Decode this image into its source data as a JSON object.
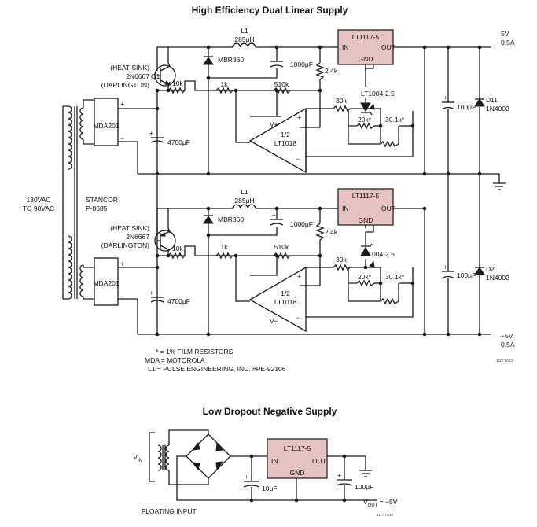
{
  "top": {
    "title": "High Efficiency Dual Linear Supply",
    "input": {
      "line1": "130VAC",
      "line2": "TO 90VAC"
    },
    "transformer": {
      "line1": "STANCOR",
      "line2": "P-8685"
    },
    "notes": [
      "* = 1% FILM RESISTORS",
      "MDA = MOTOROLA",
      "L1 = PULSE ENGINEERING, INC. #PE-92106"
    ],
    "part_code": "1117 TA13",
    "upper": {
      "transistor": {
        "line1": "(HEAT SINK)",
        "line2": "2N6667",
        "q": "Q1",
        "line3": "(DARLINGTON)"
      },
      "bridge": "MDA201",
      "plus": "+",
      "minus": "−",
      "inductor": {
        "name": "L1",
        "value": "285μH"
      },
      "diode": "MBR360",
      "cap_out": "1000μF",
      "cap_in": "4700μF",
      "cap_reg": "100μF",
      "r_base": "10k",
      "r_fb1": "1k",
      "r_fb2": "510k",
      "r_pull": "2.4k",
      "r_30": "30k",
      "r_20": "20k*",
      "r_301": "30.1k*",
      "opamp": {
        "line1": "1/2",
        "line2": "LT1018"
      },
      "vsupply": "V+",
      "ref": "LT1004-2.5",
      "reg": {
        "name": "LT1117-5",
        "in": "IN",
        "out": "OUT",
        "gnd": "GND"
      },
      "out_diode": {
        "line1": "D11",
        "line2": "1N4002"
      },
      "output": {
        "line1": "5V",
        "line2": "0.5A"
      }
    },
    "lower": {
      "transistor": {
        "line1": "(HEAT SINK)",
        "line2": "2N6667",
        "line3": "(DARLINGTON)"
      },
      "bridge": "MDA201",
      "plus": "+",
      "minus": "−",
      "inductor": {
        "name": "L1",
        "value": "285μH"
      },
      "diode": "MBR360",
      "cap_out": "1000μF",
      "cap_in": "4700μF",
      "cap_reg": "100μF",
      "r_base": "10k",
      "r_fb1": "1k",
      "r_fb2": "510k",
      "r_pull": "2.4k",
      "r_30": "30k",
      "r_20": "20k*",
      "r_301": "30.1k*",
      "opamp": {
        "line1": "1/2",
        "line2": "LT1018"
      },
      "vsupply": "V−",
      "ref": "LT1004-2.5",
      "reg": {
        "name": "LT1117-5",
        "in": "IN",
        "out": "OUT",
        "gnd": "GND"
      },
      "out_diode": {
        "line1": "D2",
        "line2": "1N4002"
      },
      "output": {
        "line1": "−5V",
        "line2": "0.5A"
      }
    }
  },
  "bottom": {
    "title": "Low Dropout Negative Supply",
    "vin": "V",
    "vin_sub": "IN",
    "reg": {
      "name": "LT1117-5",
      "in": "IN",
      "out": "OUT",
      "gnd": "GND"
    },
    "cap1": "10μF",
    "cap2": "100μF",
    "vout": "V",
    "vout_sub": "OUT",
    "vout_val": " = −5V",
    "floating": "FLOATING INPUT",
    "part_code": "1117 TA14"
  }
}
